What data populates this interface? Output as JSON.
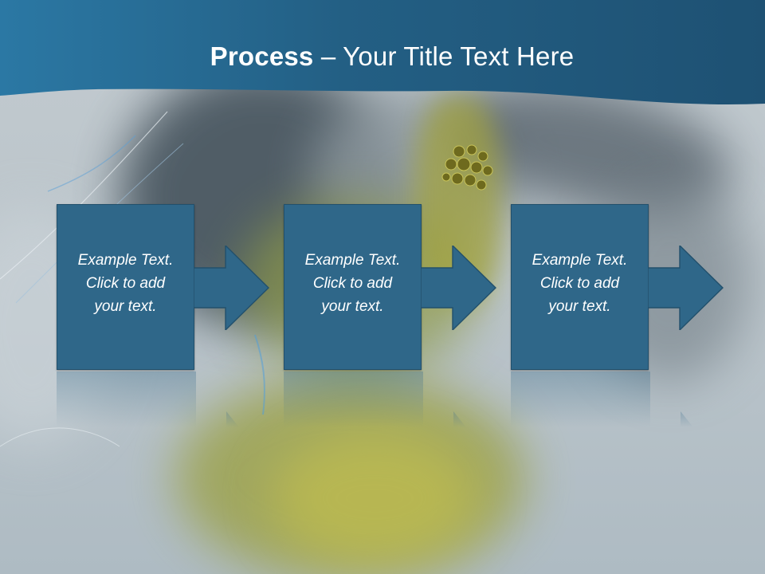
{
  "slide": {
    "title_bold": "Process",
    "title_rest": " – Your Title Text Here"
  },
  "steps": [
    {
      "text": "Example Text.\nClick  to add\nyour text."
    },
    {
      "text": "Example Text.\nClick  to add\nyour text."
    },
    {
      "text": "Example Text.\nClick  to add\nyour text."
    }
  ],
  "colors": {
    "header": "#23607f",
    "box_fill": "#2f6789",
    "box_border": "#22506c"
  }
}
